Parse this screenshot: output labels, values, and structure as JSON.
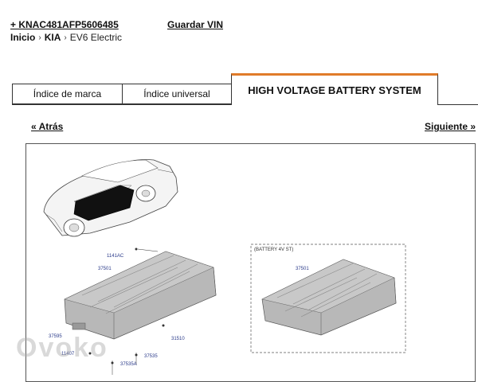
{
  "header": {
    "vin_link": "+ KNAC481AFP5606485",
    "save_vin": "Guardar VIN"
  },
  "breadcrumb": {
    "home": "Inicio",
    "brand": "KIA",
    "model": "EV6 Electric"
  },
  "tabs": {
    "brand_index": "Índice de marca",
    "universal_index": "Índice universal",
    "active": "HIGH VOLTAGE BATTERY SYSTEM"
  },
  "nav": {
    "prev": "« Atrás",
    "next": "Siguiente »"
  },
  "diagram": {
    "variant_label": "(BATTERY 4V ST)",
    "callouts": {
      "c1141ac": "1141AC",
      "c37501a": "37501",
      "c37501b": "37501",
      "c37595": "37595",
      "c31510": "31510",
      "c11407": "11407",
      "c37535": "37535",
      "c37535a": "37535A"
    }
  },
  "watermark": "Ovoko",
  "colors": {
    "tab_accent": "#e07b2a",
    "callout_text": "#2a3a8a"
  }
}
